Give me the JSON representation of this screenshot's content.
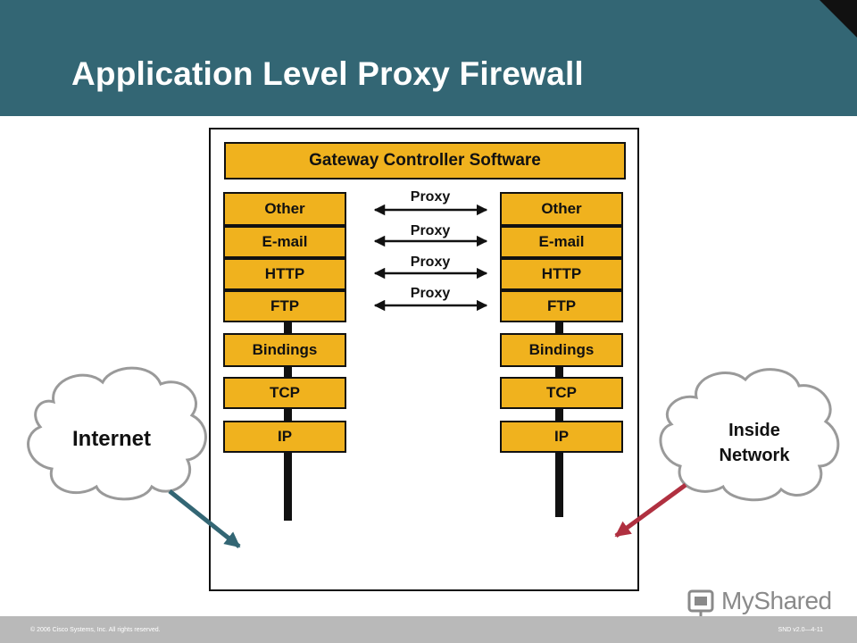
{
  "slide": {
    "title": "Application Level Proxy Firewall",
    "copyright": "© 2006 Cisco Systems, Inc. All rights reserved.",
    "course_code": "SND v2.0—4-11",
    "logo_text": "MyShared"
  },
  "diagram": {
    "gateway_label": "Gateway Controller Software",
    "left_stack": {
      "application_layers": [
        "Other",
        "E-mail",
        "HTTP",
        "FTP"
      ],
      "bindings": "Bindings",
      "tcp": "TCP",
      "ip": "IP"
    },
    "right_stack": {
      "application_layers": [
        "Other",
        "E-mail",
        "HTTP",
        "FTP"
      ],
      "bindings": "Bindings",
      "tcp": "TCP",
      "ip": "IP"
    },
    "proxy_labels": [
      "Proxy",
      "Proxy",
      "Proxy",
      "Proxy"
    ],
    "left_cloud": {
      "label": "Internet"
    },
    "right_cloud": {
      "label_line1": "Inside",
      "label_line2": "Network"
    },
    "colors": {
      "header": "#336674",
      "box_fill": "#f0b21e",
      "internet_arrow": "#336674",
      "inside_arrow": "#b03040"
    }
  }
}
